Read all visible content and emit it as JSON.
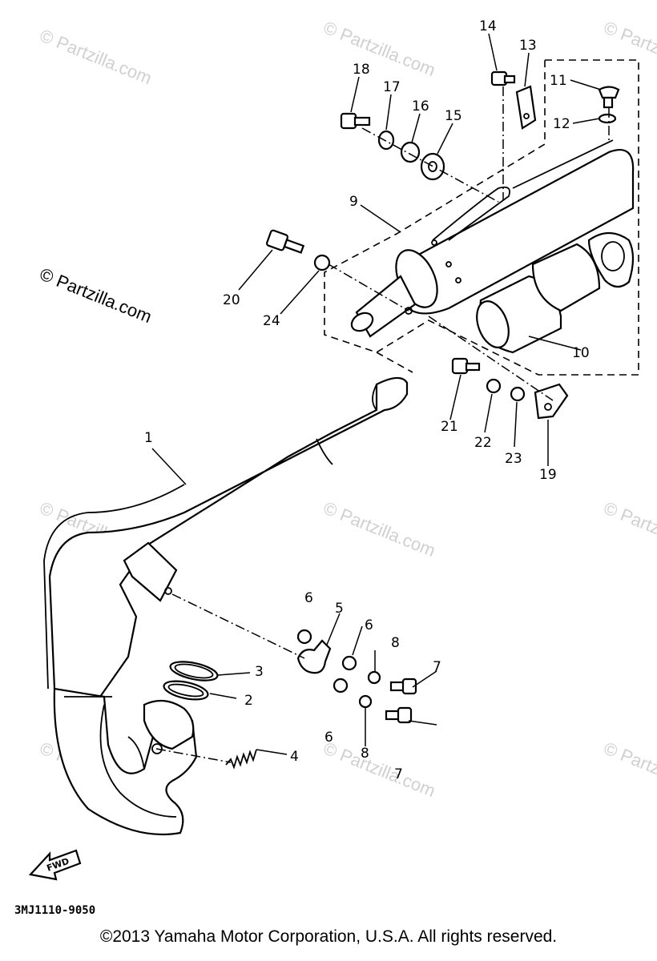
{
  "watermarks": {
    "text": "© Partzilla.com",
    "featured": "© Partzilla.com"
  },
  "parts": [
    {
      "id": "p1",
      "label": "1"
    },
    {
      "id": "p2",
      "label": "2"
    },
    {
      "id": "p3",
      "label": "3"
    },
    {
      "id": "p4",
      "label": "4"
    },
    {
      "id": "p5",
      "label": "5"
    },
    {
      "id": "p6a",
      "label": "6"
    },
    {
      "id": "p6b",
      "label": "6"
    },
    {
      "id": "p6c",
      "label": "6"
    },
    {
      "id": "p7a",
      "label": "7"
    },
    {
      "id": "p7b",
      "label": "7"
    },
    {
      "id": "p8a",
      "label": "8"
    },
    {
      "id": "p8b",
      "label": "8"
    },
    {
      "id": "p9",
      "label": "9"
    },
    {
      "id": "p10",
      "label": "10"
    },
    {
      "id": "p11",
      "label": "11"
    },
    {
      "id": "p12",
      "label": "12"
    },
    {
      "id": "p13",
      "label": "13"
    },
    {
      "id": "p14",
      "label": "14"
    },
    {
      "id": "p15",
      "label": "15"
    },
    {
      "id": "p16",
      "label": "16"
    },
    {
      "id": "p17",
      "label": "17"
    },
    {
      "id": "p18",
      "label": "18"
    },
    {
      "id": "p19",
      "label": "19"
    },
    {
      "id": "p20",
      "label": "20"
    },
    {
      "id": "p21",
      "label": "21"
    },
    {
      "id": "p22",
      "label": "22"
    },
    {
      "id": "p23",
      "label": "23"
    },
    {
      "id": "p24",
      "label": "24"
    }
  ],
  "fwd_label": "FWD",
  "diagram_code": "3MJ1110-9050",
  "copyright": "©2013 Yamaha Motor Corporation, U.S.A. All rights reserved."
}
